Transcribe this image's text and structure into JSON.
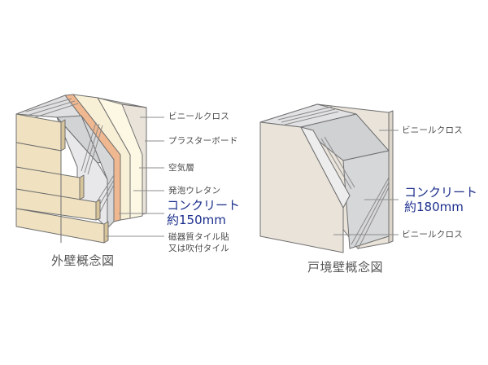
{
  "exterior_wall": {
    "caption": "外壁概念図",
    "labels": {
      "vinyl_cloth": "ビニールクロス",
      "plaster_board": "プラスターボード",
      "air_layer": "空気層",
      "urethane_foam": "発泡ウレタン",
      "concrete_line1": "コンクリート",
      "concrete_line2": "約150mm",
      "tile_line1": "磁器質タイル貼",
      "tile_line2": "又は吹付タイル"
    }
  },
  "party_wall": {
    "caption": "戸境壁概念図",
    "labels": {
      "vinyl_cloth_top": "ビニールクロス",
      "concrete_line1": "コンクリート",
      "concrete_line2": "約180mm",
      "vinyl_cloth_bottom": "ビニールクロス"
    }
  },
  "colors": {
    "tile": "#f0e2c0",
    "tile_side": "#d8c49a",
    "concrete_light": "#e6e6e8",
    "concrete_mid": "#d2d3d5",
    "urethane": "#f0b890",
    "plaster": "#fdf8e4",
    "vinyl": "#e9e3da",
    "outline": "#6f6f6f",
    "accent_text": "#1c2f8c",
    "leader_line": "#8c8c8c"
  }
}
